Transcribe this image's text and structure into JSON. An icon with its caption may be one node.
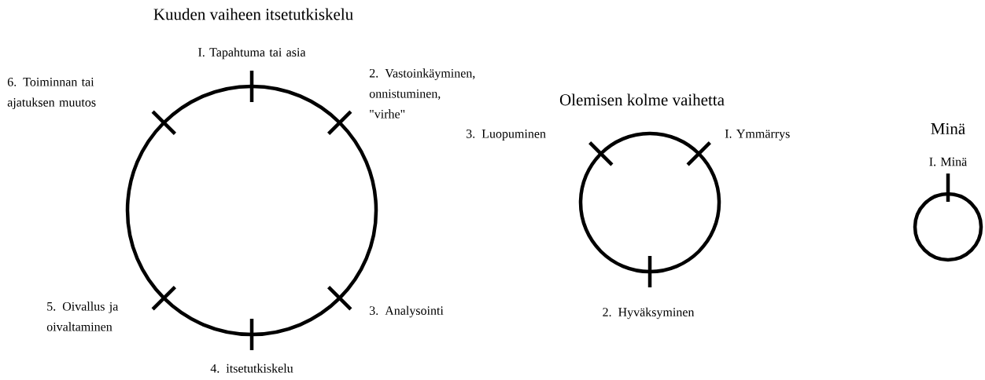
{
  "diagram": {
    "nodes": [
      {
        "text": [
          "Kuuden vaiheen itsetutkiskelu"
        ],
        "beside": [
          "I. Tapahtuma tai asia",
          "6. Toiminnan tai ajatuksen muutos",
          "2. Vastoinkäyminen, onnistuminen, \"virhe\"",
          "5. Oivallus ja oivaltaminen",
          "3. Analysointi",
          "4. itsetutkiskelu"
        ]
      },
      {
        "text": [
          "Olemisen kolme vaihetta"
        ],
        "beside": [
          "3. Luopuminen",
          "I. Ymmärrys",
          "2. Hyväksyminen"
        ]
      },
      {
        "text": [
          "Minä"
        ],
        "beside": [
          "I. Minä"
        ]
      }
    ]
  }
}
